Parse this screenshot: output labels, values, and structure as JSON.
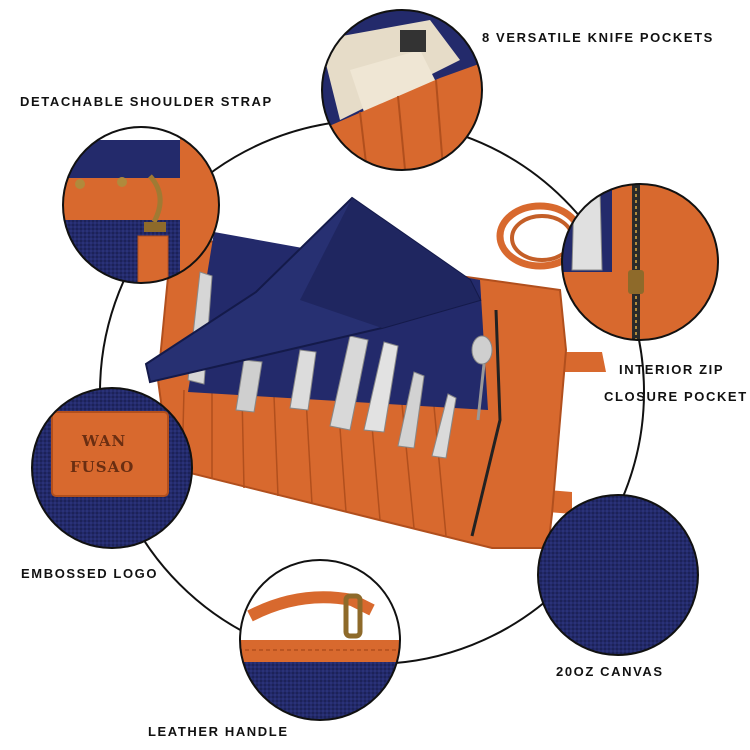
{
  "colors": {
    "navy": "#232a6b",
    "leather": "#d8692e",
    "leather_dark": "#b14f1d",
    "outline": "#111111"
  },
  "callouts": {
    "knife_pockets": "8 VERSATILE KNIFE POCKETS",
    "shoulder_strap": "DETACHABLE SHOULDER STRAP",
    "zip_pocket_line1": "INTERIOR ZIP",
    "zip_pocket_line2": "CLOSURE POCKET",
    "logo": "EMBOSSED LOGO",
    "canvas": "20OZ CANVAS",
    "handle": "LEATHER HANDLE"
  },
  "logo_patch": {
    "line1": "WAN",
    "line2": "FUSAO"
  }
}
